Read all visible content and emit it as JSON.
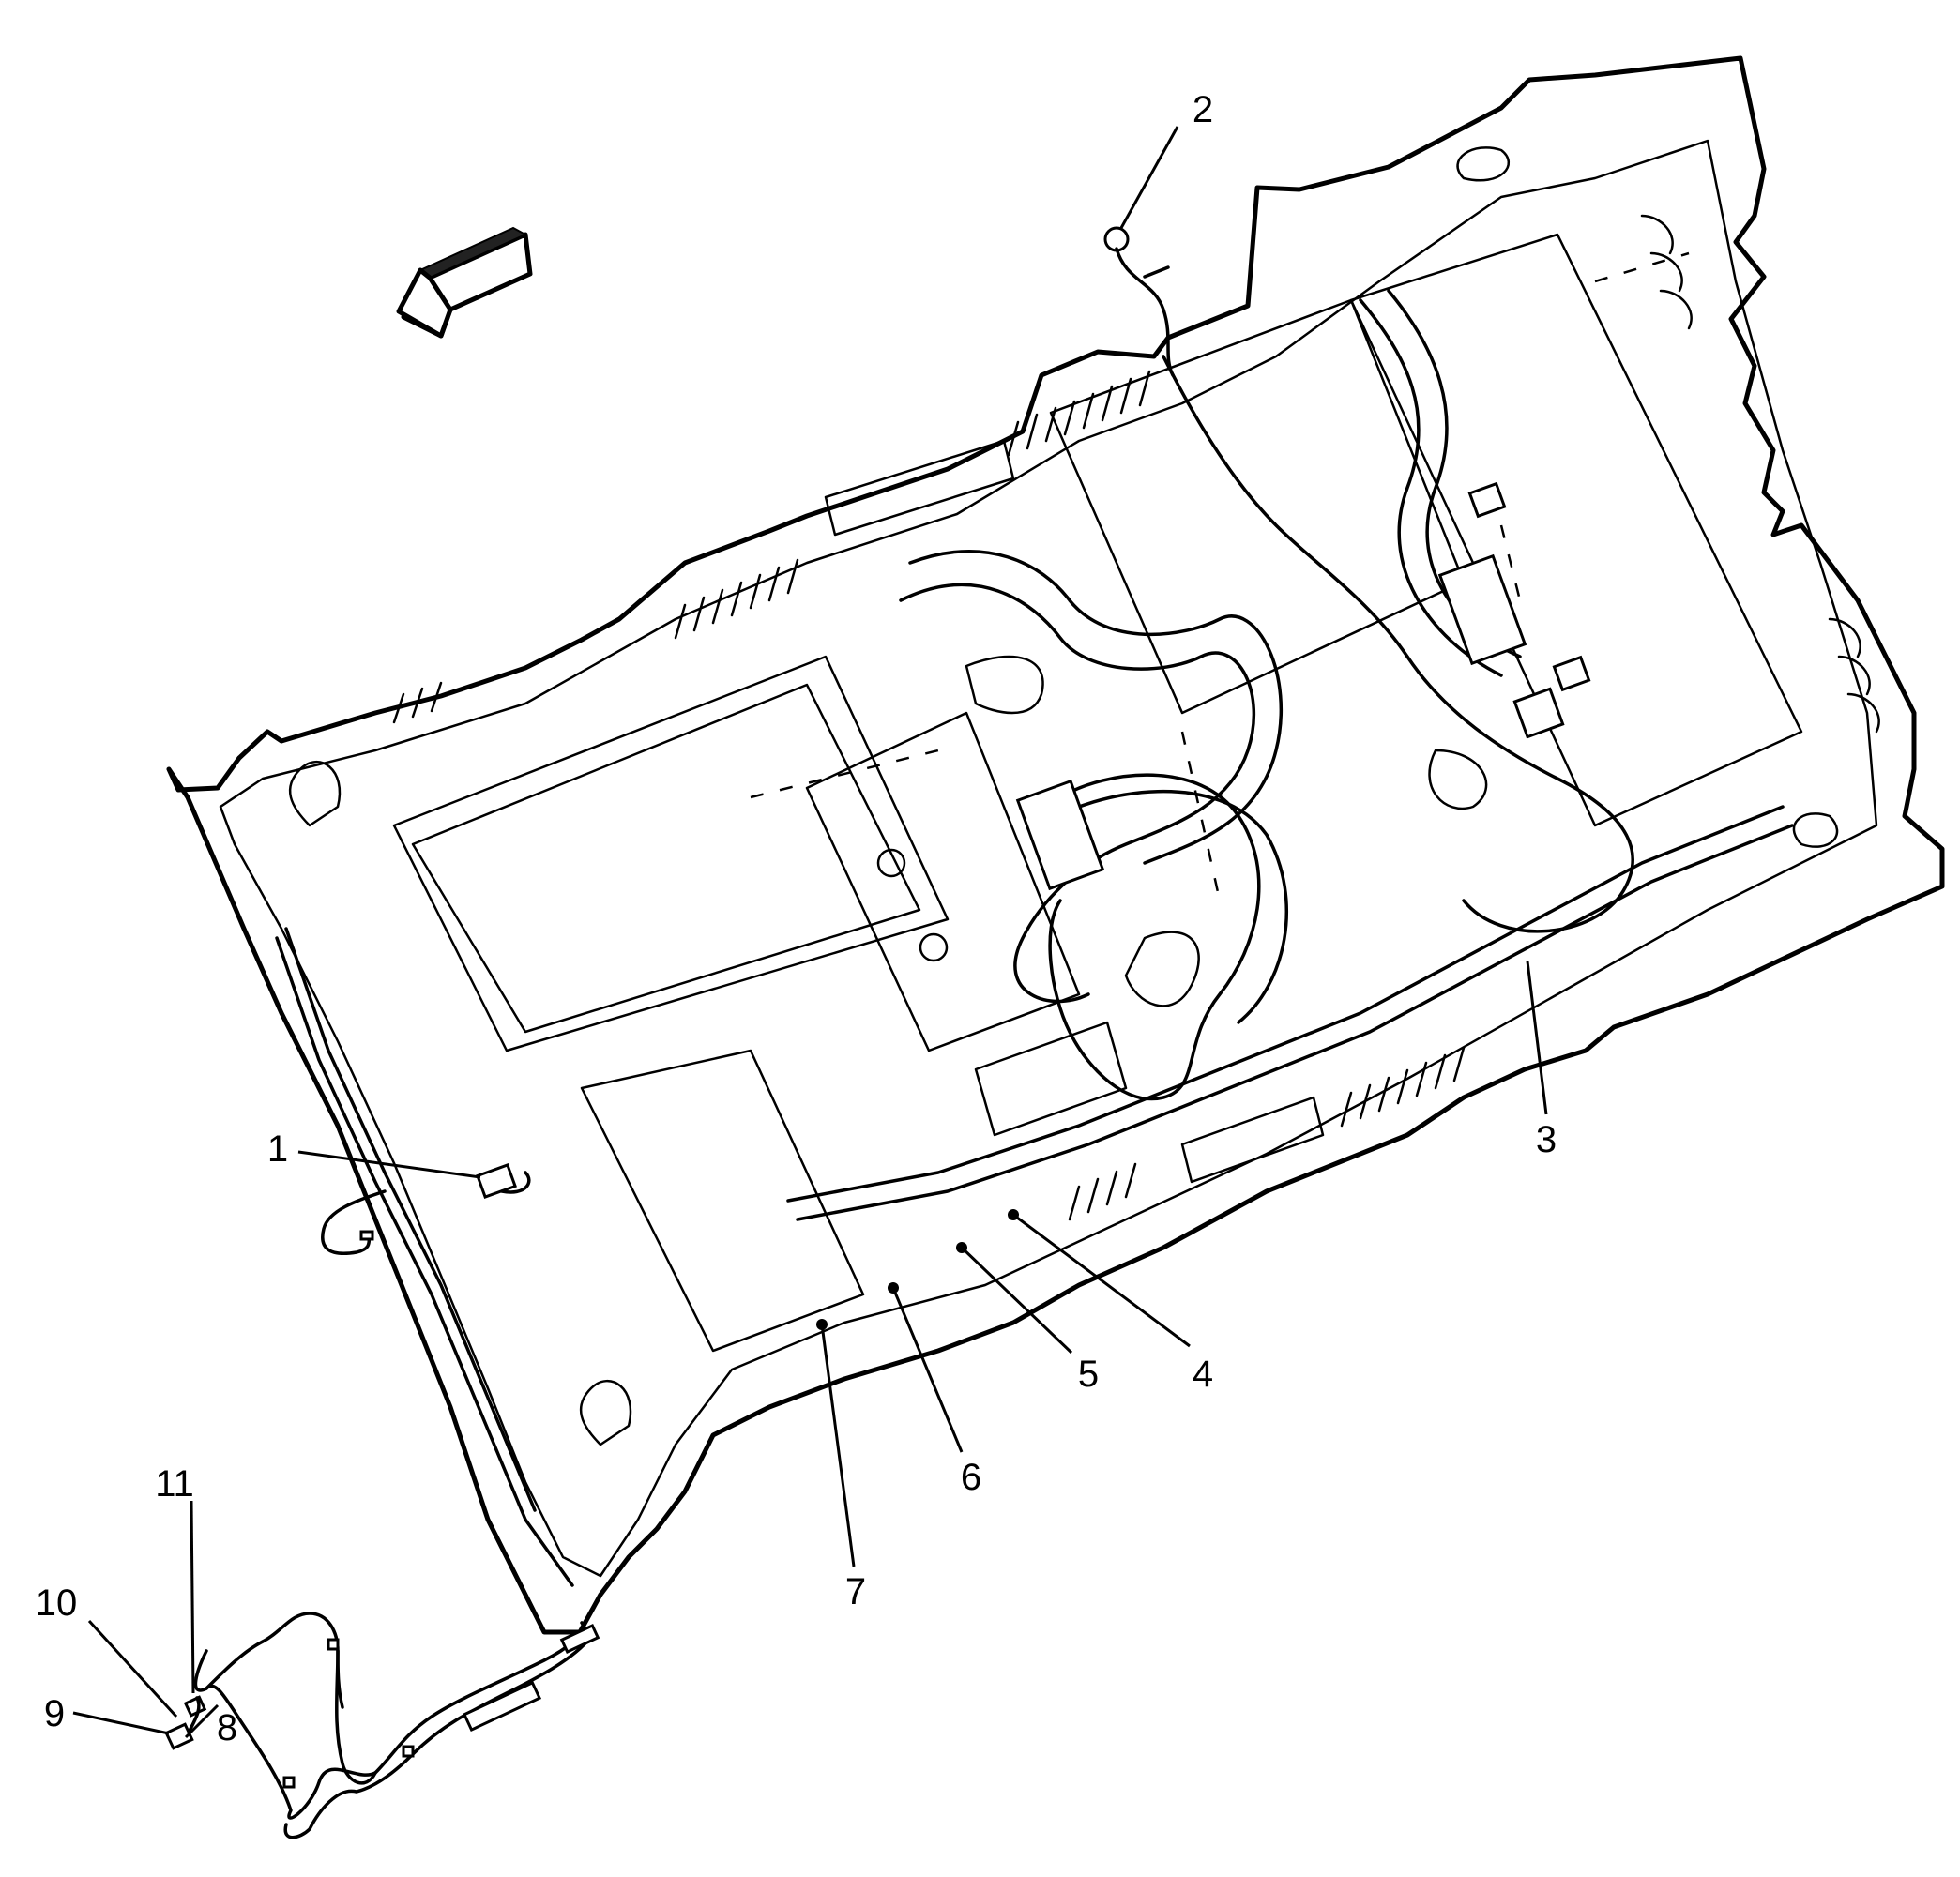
{
  "diagram": {
    "callouts": [
      {
        "id": "1",
        "label": "1"
      },
      {
        "id": "2",
        "label": "2"
      },
      {
        "id": "3",
        "label": "3"
      },
      {
        "id": "4",
        "label": "4"
      },
      {
        "id": "5",
        "label": "5"
      },
      {
        "id": "6",
        "label": "6"
      },
      {
        "id": "7",
        "label": "7"
      },
      {
        "id": "8",
        "label": "8"
      },
      {
        "id": "9",
        "label": "9"
      },
      {
        "id": "10",
        "label": "10"
      },
      {
        "id": "11",
        "label": "11"
      }
    ],
    "icons": {
      "direction_arrow": "forward-arrow-icon"
    }
  }
}
